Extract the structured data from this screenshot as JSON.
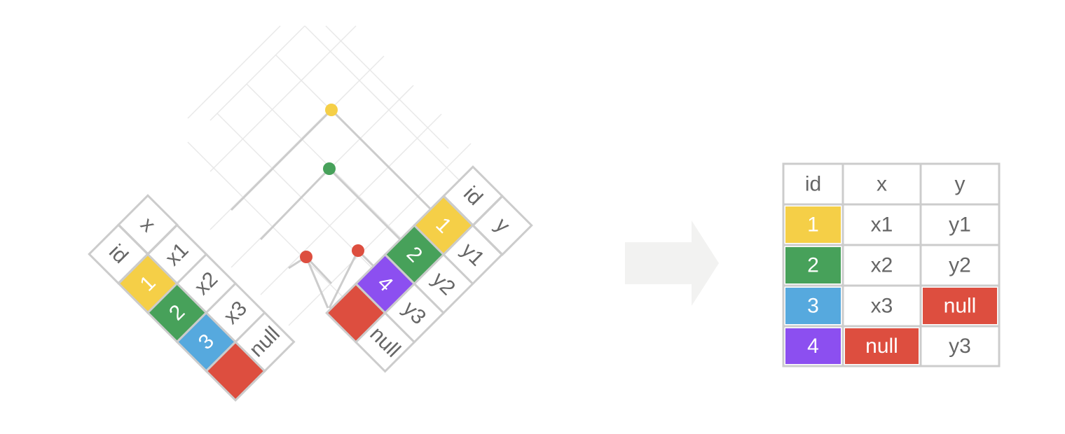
{
  "colors": {
    "key_1": "#F5CF47",
    "key_2": "#47A15A",
    "key_3": "#56A9DE",
    "key_4": "#8C4FF0",
    "missing": "#DD4E3F",
    "border": "#cccccc",
    "text": "#666666",
    "arrow": "#f2f2f1",
    "grid": "#e8e8e8"
  },
  "left_table": {
    "headers": [
      "id",
      "x"
    ],
    "rows": [
      {
        "key": "1",
        "value": "x1",
        "color": "key_1"
      },
      {
        "key": "2",
        "value": "x2",
        "color": "key_2"
      },
      {
        "key": "3",
        "value": "x3",
        "color": "key_3"
      },
      {
        "key": "",
        "value": "null",
        "color": "missing"
      }
    ]
  },
  "right_table": {
    "headers": [
      "id",
      "y"
    ],
    "rows": [
      {
        "key": "1",
        "value": "y1",
        "color": "key_1"
      },
      {
        "key": "2",
        "value": "y2",
        "color": "key_2"
      },
      {
        "key": "4",
        "value": "y3",
        "color": "key_4"
      },
      {
        "key": "",
        "value": "null",
        "color": "missing"
      }
    ]
  },
  "matches": [
    {
      "color": "key_1"
    },
    {
      "color": "key_2"
    },
    {
      "color": "missing"
    },
    {
      "color": "missing"
    }
  ],
  "arrow_icon": "right-arrow-icon",
  "result_table": {
    "headers": [
      "id",
      "x",
      "y"
    ],
    "rows": [
      {
        "id": "1",
        "x": "x1",
        "y": "y1",
        "id_color": "key_1",
        "x_color": "",
        "y_color": ""
      },
      {
        "id": "2",
        "x": "x2",
        "y": "y2",
        "id_color": "key_2",
        "x_color": "",
        "y_color": ""
      },
      {
        "id": "3",
        "x": "x3",
        "y": "null",
        "id_color": "key_3",
        "x_color": "",
        "y_color": "missing"
      },
      {
        "id": "4",
        "x": "null",
        "y": "y3",
        "id_color": "key_4",
        "x_color": "missing",
        "y_color": ""
      }
    ]
  }
}
